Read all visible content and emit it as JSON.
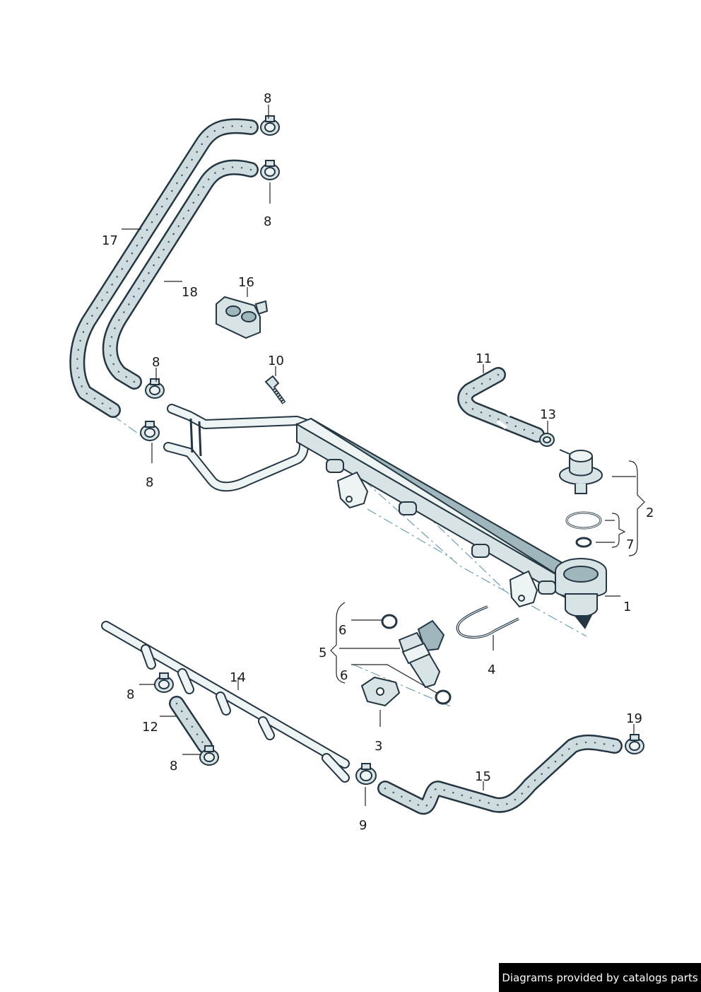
{
  "labels": {
    "l1": "1",
    "l2": "2",
    "l3": "3",
    "l4": "4",
    "l5": "5",
    "l6a": "6",
    "l6b": "6",
    "l7": "7",
    "l8a": "8",
    "l8b": "8",
    "l8c": "8",
    "l8d": "8",
    "l8e": "8",
    "l8f": "8",
    "l9": "9",
    "l10": "10",
    "l11": "11",
    "l12": "12",
    "l13": "13",
    "l14": "14",
    "l15": "15",
    "l16": "16",
    "l17": "17",
    "l18": "18",
    "l19": "19"
  },
  "credit": "Diagrams provided by catalogs parts"
}
